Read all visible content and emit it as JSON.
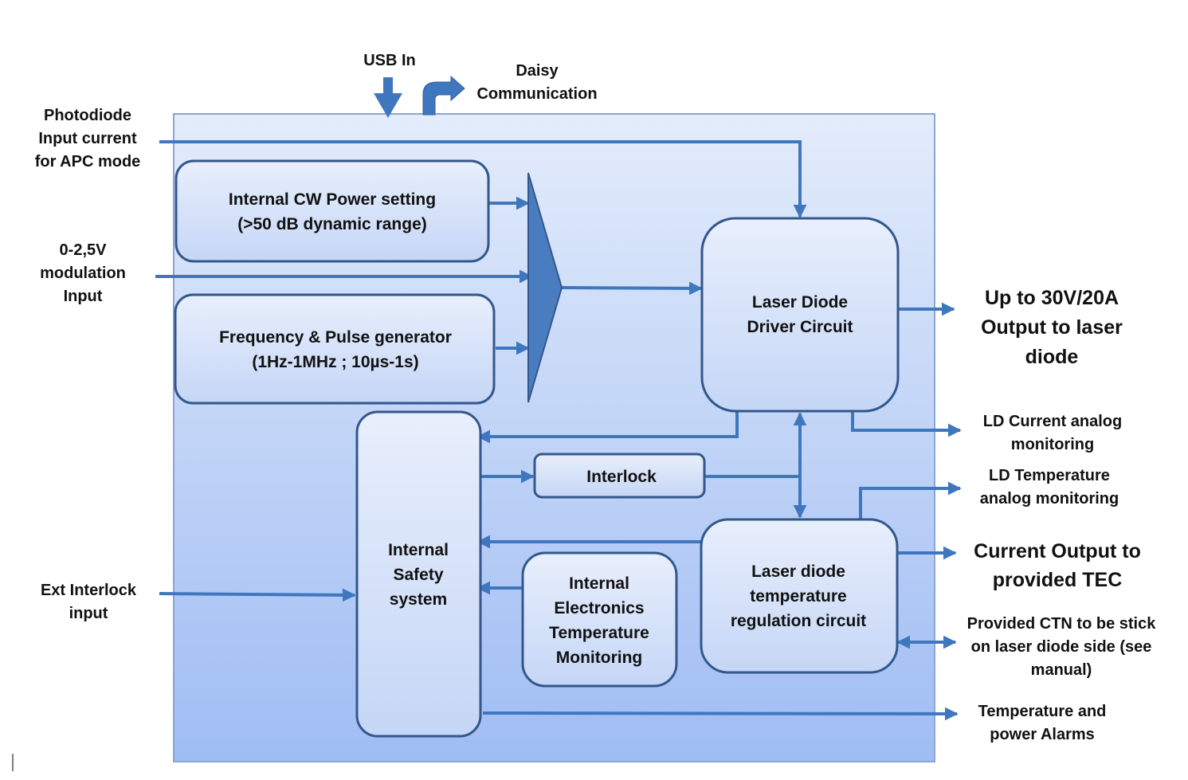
{
  "colors": {
    "panel_top": "#e3ecfb",
    "panel_bottom": "#9fbcf3",
    "panel_border": "#8aa6d4",
    "line": "#3f77bf",
    "box_stroke": "#33578c",
    "box_fill_top": "#e8effc",
    "box_fill_bottom": "#c5d6f6",
    "mux_fill": "#4a7cc0",
    "text": "#111111"
  },
  "inputs": {
    "usb": "USB In",
    "daisy": [
      "Daisy",
      "Communication"
    ],
    "photodiode": [
      "Photodiode",
      "Input current",
      "for APC mode"
    ],
    "modulation": [
      "0-2,5V",
      "modulation",
      "Input"
    ],
    "ext_interlock": [
      "Ext Interlock",
      "input"
    ]
  },
  "blocks": {
    "cw_power": [
      "Internal CW Power setting",
      "(>50 dB dynamic range)"
    ],
    "freq_pulse": [
      "Frequency & Pulse generator",
      "(1Hz-1MHz ; 10µs-1s)"
    ],
    "driver": [
      "Laser Diode",
      "Driver Circuit"
    ],
    "interlock": [
      "Interlock"
    ],
    "safety": [
      "Internal",
      "Safety",
      "system"
    ],
    "electronics_temp": [
      "Internal",
      "Electronics",
      "Temperature",
      "Monitoring"
    ],
    "temp_reg": [
      "Laser diode",
      "temperature",
      "regulation circuit"
    ]
  },
  "outputs": {
    "laser_output": [
      "Up to 30V/20A",
      "Output to laser",
      "diode"
    ],
    "ld_current": [
      "LD Current analog",
      "monitoring"
    ],
    "ld_temp": [
      "LD Temperature",
      "analog monitoring"
    ],
    "tec_output": [
      "Current Output to",
      "provided TEC"
    ],
    "ctn": [
      "Provided CTN to be stick",
      "on laser diode side (see",
      "manual)"
    ],
    "alarms": [
      "Temperature and",
      "power Alarms"
    ]
  }
}
